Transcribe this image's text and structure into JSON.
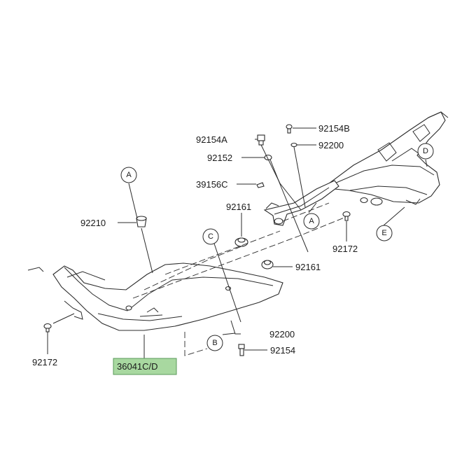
{
  "diagram": {
    "callouts": {
      "a_left": "A",
      "a_right": "A",
      "b": "B",
      "c": "C",
      "d": "D",
      "e": "E"
    },
    "parts": {
      "p92154a": "92154A",
      "p92154b": "92154B",
      "p92152": "92152",
      "p92200_top": "92200",
      "p39156c": "39156C",
      "p92161_top": "92161",
      "p92161_mid": "92161",
      "p92210": "92210",
      "p92172_right": "92172",
      "p92172_left": "92172",
      "p92200_bottom": "92200",
      "p92154_bottom": "92154",
      "p36041cd": "36041C/D"
    },
    "highlight_color": "#a8d8a0"
  }
}
